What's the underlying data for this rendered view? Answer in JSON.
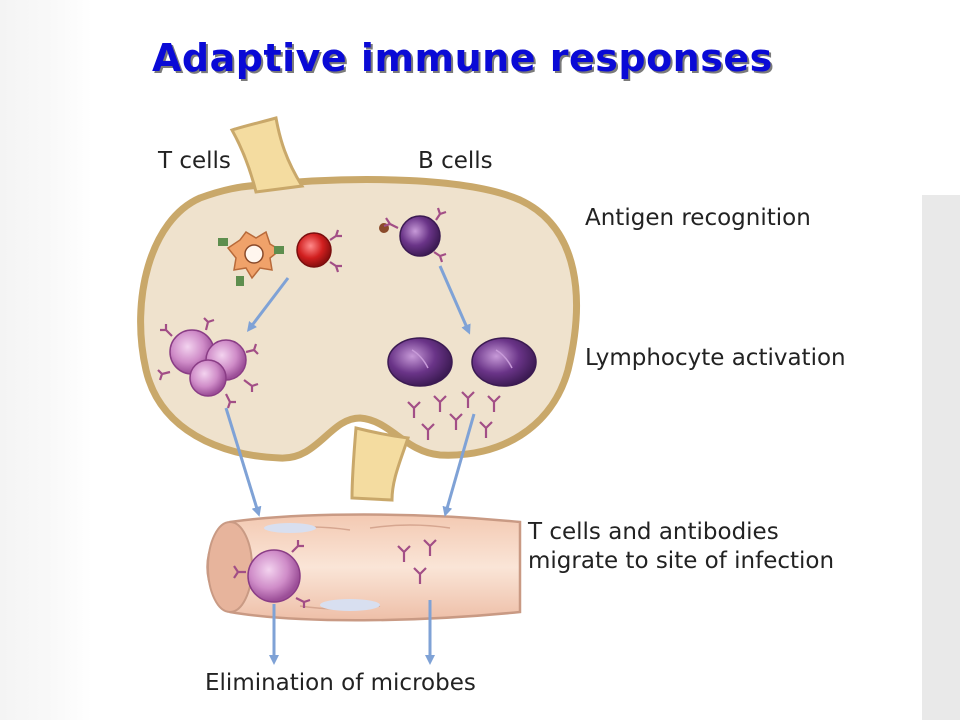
{
  "slide": {
    "title": "Adaptive immune responses"
  },
  "diagram": {
    "column_labels": {
      "t_cells": "T cells",
      "b_cells": "B cells"
    },
    "stages": {
      "antigen_recognition": "Antigen recognition",
      "lymphocyte_activation": "Lymphocyte activation",
      "migration_line1": "T cells and antibodies",
      "migration_line2": "migrate to site of infection",
      "elimination": "Elimination of microbes"
    }
  },
  "colors": {
    "title": "#0a0ad6",
    "node_fill": "#efe2cd",
    "node_border": "#c9a86a",
    "vessel_fill": "#f6d9c5",
    "vessel_border": "#c99a84",
    "arrow": "#7fa2d6",
    "t_cell": "#c88ac4",
    "b_cell": "#5a2a72",
    "antibody": "#a24e86",
    "dendritic_cell": "#f0a26a",
    "naive_t_cell": "#cc2222"
  }
}
